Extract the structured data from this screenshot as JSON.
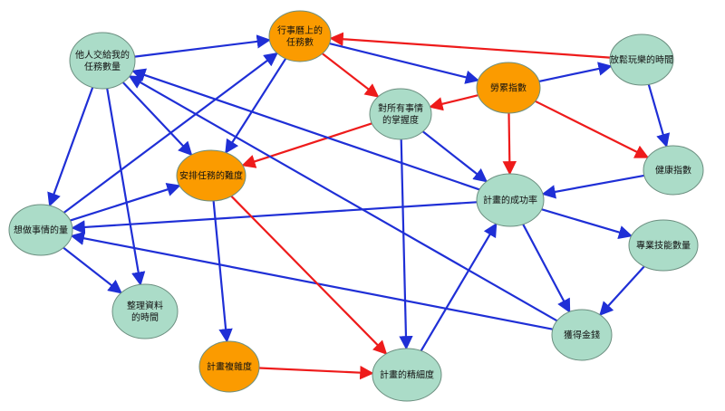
{
  "colors": {
    "blue_edge": "#1f2fd6",
    "red_edge": "#ee1b1b",
    "green_node": "#abdcc8",
    "orange_node": "#fb9b00"
  },
  "nodes": [
    {
      "id": "n1",
      "kind": "orange",
      "lines": [
        "行事曆上的",
        "任務數"
      ]
    },
    {
      "id": "n2",
      "kind": "green",
      "lines": [
        "他人交給我的",
        "任務數量"
      ]
    },
    {
      "id": "n3",
      "kind": "orange",
      "lines": [
        "勞累指數"
      ]
    },
    {
      "id": "n4",
      "kind": "green",
      "lines": [
        "放鬆玩樂的時間"
      ]
    },
    {
      "id": "n5",
      "kind": "green",
      "lines": [
        "對所有事情",
        "的掌握度"
      ]
    },
    {
      "id": "n6",
      "kind": "orange",
      "lines": [
        "安排任務的難度"
      ]
    },
    {
      "id": "n7",
      "kind": "green",
      "lines": [
        "健康指數"
      ]
    },
    {
      "id": "n8",
      "kind": "green",
      "lines": [
        "計畫的成功率"
      ]
    },
    {
      "id": "n9",
      "kind": "green",
      "lines": [
        "想做事情的量"
      ]
    },
    {
      "id": "n10",
      "kind": "green",
      "lines": [
        "專業技能數量"
      ]
    },
    {
      "id": "n11",
      "kind": "green",
      "lines": [
        "整理資料",
        "的時間"
      ]
    },
    {
      "id": "n12",
      "kind": "green",
      "lines": [
        "獲得金錢"
      ]
    },
    {
      "id": "n13",
      "kind": "orange",
      "lines": [
        "計畫複雜度"
      ]
    },
    {
      "id": "n14",
      "kind": "green",
      "lines": [
        "計畫的精細度"
      ]
    }
  ],
  "edges": [
    {
      "from": "n2",
      "to": "n1",
      "color": "blue"
    },
    {
      "from": "n4",
      "to": "n1",
      "color": "red"
    },
    {
      "from": "n1",
      "to": "n5",
      "color": "red"
    },
    {
      "from": "n1",
      "to": "n3",
      "color": "blue"
    },
    {
      "from": "n1",
      "to": "n6",
      "color": "blue"
    },
    {
      "from": "n3",
      "to": "n4",
      "color": "blue"
    },
    {
      "from": "n3",
      "to": "n5",
      "color": "red"
    },
    {
      "from": "n3",
      "to": "n8",
      "color": "red"
    },
    {
      "from": "n3",
      "to": "n7",
      "color": "red"
    },
    {
      "from": "n4",
      "to": "n7",
      "color": "blue"
    },
    {
      "from": "n7",
      "to": "n8",
      "color": "blue"
    },
    {
      "from": "n5",
      "to": "n6",
      "color": "red"
    },
    {
      "from": "n5",
      "to": "n8",
      "color": "blue"
    },
    {
      "from": "n5",
      "to": "n14",
      "color": "blue"
    },
    {
      "from": "n2",
      "to": "n6",
      "color": "blue"
    },
    {
      "from": "n2",
      "to": "n9",
      "color": "blue"
    },
    {
      "from": "n2",
      "to": "n11",
      "color": "blue"
    },
    {
      "from": "n9",
      "to": "n1",
      "color": "blue"
    },
    {
      "from": "n9",
      "to": "n6",
      "color": "blue"
    },
    {
      "from": "n9",
      "to": "n11",
      "color": "blue"
    },
    {
      "from": "n8",
      "to": "n2",
      "color": "blue"
    },
    {
      "from": "n8",
      "to": "n9",
      "color": "blue"
    },
    {
      "from": "n8",
      "to": "n10",
      "color": "blue"
    },
    {
      "from": "n8",
      "to": "n12",
      "color": "blue"
    },
    {
      "from": "n10",
      "to": "n12",
      "color": "blue"
    },
    {
      "from": "n12",
      "to": "n2",
      "color": "blue"
    },
    {
      "from": "n12",
      "to": "n9",
      "color": "blue"
    },
    {
      "from": "n6",
      "to": "n13",
      "color": "blue"
    },
    {
      "from": "n6",
      "to": "n14",
      "color": "red"
    },
    {
      "from": "n13",
      "to": "n14",
      "color": "red"
    },
    {
      "from": "n14",
      "to": "n8",
      "color": "blue"
    }
  ]
}
